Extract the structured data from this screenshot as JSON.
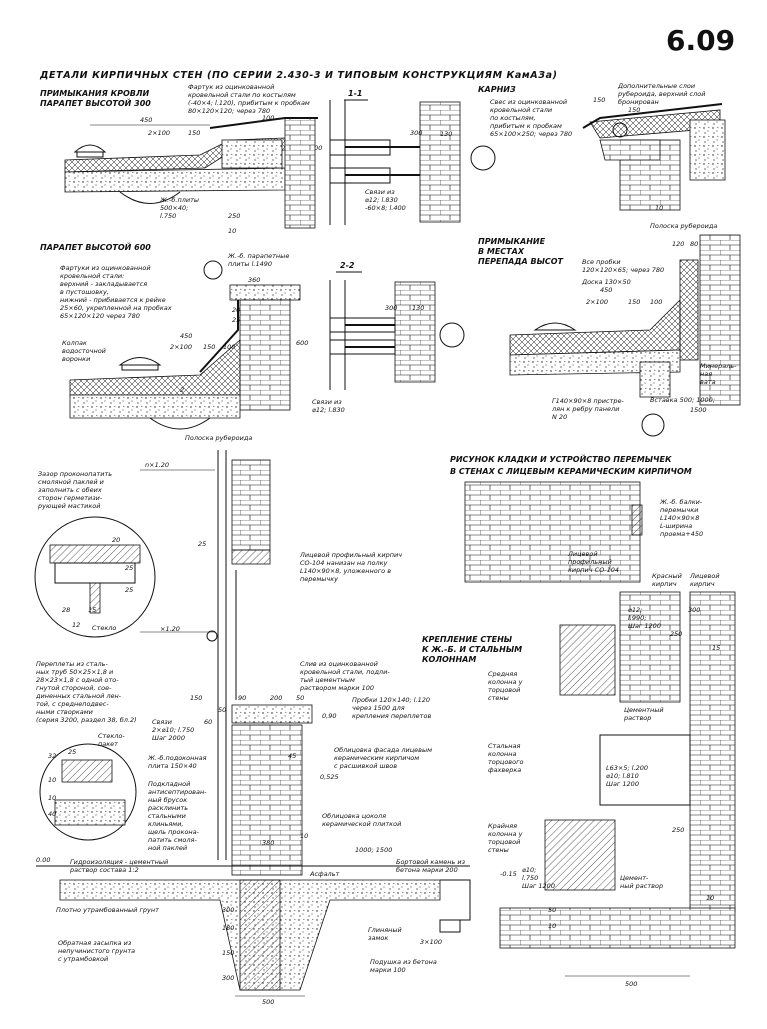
{
  "sheet_number": "6.09",
  "title": "ДЕТАЛИ КИРПИЧНЫХ СТЕН (ПО СЕРИИ 2.430-3 И ТИПОВЫМ КОНСТРУКЦИЯМ КамАЗа)",
  "sections": {
    "roof_300": {
      "heading_line1": "ПРИМЫКАНИЯ КРОВЛИ",
      "heading_line2": "ПАРАПЕТ ВЫСОТОЙ 300",
      "note_flashing": [
        "Фартук из оцинкованной",
        "кровельной стали по костылям",
        "(-40×4; l.120), прибитым к пробкам",
        "80×120×120; через 780"
      ],
      "note_plate": [
        "Ж.-б.плиты",
        "500×40;",
        "l.750"
      ],
      "dims": [
        "450",
        "2×100",
        "150",
        "100",
        "300",
        "170",
        "250",
        "10"
      ]
    },
    "section_1_1": {
      "label": "1-1",
      "ties": [
        "Связи из",
        "⌀12; l.830",
        "-60×8; l.400"
      ],
      "dims": [
        "300",
        "130"
      ]
    },
    "cornice": {
      "heading": "КАРНИЗ",
      "note": [
        "Свес из оцинкованной",
        "кровельной стали",
        "по костылям,",
        "прибитым к пробкам",
        "65×100×250; через 780"
      ],
      "note_layers": [
        "Дополнительные слои",
        "рубероида, верхний слой",
        "бронирован"
      ],
      "strip": "Полоска рубероида",
      "dims": [
        "150",
        "150",
        "10"
      ]
    },
    "parapet_600": {
      "heading": "ПАРАПЕТ ВЫСОТОЙ 600",
      "note_flashing": [
        "Фартуки из оцинкованной",
        "кровельной стали:",
        "верхний - закладывается",
        "в пустошовку,",
        "нижний - прибивается к рейке",
        "25×60, укрепленной на пробках",
        "65×120×120 через 780"
      ],
      "note_plates": [
        "Ж.-б. парапетные",
        "плиты l.1490"
      ],
      "note_drain": [
        "Колпак",
        "водосточной",
        "воронки"
      ],
      "strip": "Полоска рубероида",
      "dims": [
        "360",
        "450",
        "2×100",
        "150",
        "100",
        "20",
        "25",
        "55",
        "600",
        "2"
      ]
    },
    "section_2_2": {
      "label": "2-2",
      "ties": [
        "Связи из",
        "⌀12; l.830"
      ],
      "dims": [
        "300",
        "130"
      ]
    },
    "height_diff": {
      "heading": [
        "ПРИМЫКАНИЕ",
        "В МЕСТАХ",
        "ПЕРЕПАДА ВЫСОТ"
      ],
      "note_plugs": [
        "Все пробки",
        "120×120×65; через 780"
      ],
      "note_board": "Доска 130×50",
      "note_mineral": [
        "Минераль-",
        "ная",
        "вата"
      ],
      "note_angle": [
        "Г140×90×8 пристре-",
        "лян к ребру панели",
        "N 20"
      ],
      "note_insert": "Вставка 500; 1000;",
      "dims": [
        "120",
        "80",
        "450",
        "2×100",
        "150",
        "100",
        "1500"
      ]
    },
    "joint_detail": {
      "note_gap": [
        "Зазор проконопатить",
        "смоляной паклей и",
        "заполнить с обеих",
        "сторон герметизи-",
        "рующей мастикой"
      ],
      "glass": "Стекло",
      "dims": [
        "n×1.20",
        "20",
        "25",
        "25",
        "28",
        "15",
        "12",
        "×1.20"
      ]
    },
    "brick_pattern": {
      "heading": [
        "РИСУНОК КЛАДКИ И УСТРОЙСТВО ПЕРЕМЫЧЕК",
        "В СТЕНАХ С ЛИЦЕВЫМ КЕРАМИЧЕСКИМ КИРПИЧОМ"
      ],
      "note_beam": [
        "Ж.-б. балки-",
        "перемычки",
        "L140×90×8",
        "L-ширина",
        "проема+450"
      ],
      "note_brick": [
        "Лицевой",
        "профильный",
        "кирпич СО-104"
      ]
    },
    "facing_wall": {
      "note_profile": [
        "Лицевой профильный кирпич",
        "СО-104 нанизан на полку",
        "L140×90×8, уложенного в",
        "перемычку"
      ],
      "note_frames": [
        "Переплеты из сталь-",
        "ных труб 50×25×1,8 и",
        "28×23×1,8 с одной ото-",
        "гнутой стороной, сое-",
        "диненных стальной лен-",
        "той, с среднеподвес-",
        "ными створками",
        "(серия 3200, раздел 38, бл.2)"
      ],
      "glass_unit": [
        "Стекло-",
        "пакет"
      ],
      "note_ties": [
        "Связи",
        "2×⌀10; l.750",
        "Шаг 2000"
      ],
      "note_sill": [
        "Ж.-б.подоконная",
        "плита 150×40"
      ],
      "note_bar": [
        "Подкладной",
        "антисептирован-",
        "ный брусок",
        "расклинить",
        "стальными",
        "клиньями,",
        "щель прокона-",
        "патить смоля-",
        "ной паклей"
      ],
      "note_drip": [
        "Слив из оцинкованной",
        "кровельной стали, подли-",
        "тый цементным",
        "раствором марки 100"
      ],
      "note_plugs": [
        "Пробки 120×140; l.120",
        "через 1500 для",
        "крепления переплетов"
      ],
      "note_facade": [
        "Облицовка фасада лицевым",
        "керамическим кирпичом",
        "с расшивкой швов"
      ],
      "note_plinth": [
        "Облицовка цоколя",
        "керамической плиткой"
      ],
      "dims": [
        "90",
        "200",
        "50",
        "50",
        "25",
        "150",
        "60",
        "45",
        "32",
        "25",
        "10",
        "10",
        "40",
        "380"
      ],
      "marks": [
        "0,90",
        "0,525"
      ]
    },
    "column_fix": {
      "heading": [
        "КРЕПЛЕНИЕ СТЕНЫ",
        "К Ж.-Б. И СТАЛЬНЫМ",
        "КОЛОННАМ"
      ],
      "labels_top": [
        "Красный",
        "кирпич",
        "Лицевой",
        "кирпич"
      ],
      "note_anchor": [
        "⌀12;",
        "l.990;",
        "Шаг 1200"
      ],
      "note_mid": [
        "Средняя",
        "колонна у",
        "торцовой",
        "стены"
      ],
      "note_steel": [
        "Стальная",
        "колонна",
        "торцового",
        "фахверка"
      ],
      "note_angle": [
        "L63×5; l.200",
        "⌀10; l.810",
        "Шаг 1200"
      ],
      "note_cement": [
        "Цементный",
        "раствор"
      ],
      "note_edge": [
        "Крайняя",
        "колонна у",
        "торцовой",
        "стены"
      ],
      "note_anchor2": [
        "⌀10;",
        "l.750",
        "Шаг 1200"
      ],
      "note_cement2": [
        "Цемент-",
        "ный раствор"
      ],
      "dims": [
        "300",
        "250",
        "15",
        "250",
        "500",
        "50",
        "10",
        "10"
      ]
    },
    "foundation": {
      "mark_zero": "0.00",
      "mark_015": "-0.15",
      "note_hydro": [
        "Гидроизоляция - цементный",
        "раствор состава 1:2"
      ],
      "note_asphalt": "Асфальт",
      "note_curb": [
        "Бортовой камень из",
        "бетона марки 200"
      ],
      "dims_top": "1000; 1500",
      "note_soil": "Плотно утрамбованный грунт",
      "note_backfill": [
        "Обратная засыпка из",
        "непучинистого грунта",
        "с утрамбовкой"
      ],
      "note_clay": [
        "Глиняный",
        "замок"
      ],
      "note_cushion": [
        "Подушка из бетона",
        "марки 100"
      ],
      "dims": [
        "500",
        "3×100",
        "300",
        "180",
        "150",
        "300",
        "10"
      ]
    }
  }
}
